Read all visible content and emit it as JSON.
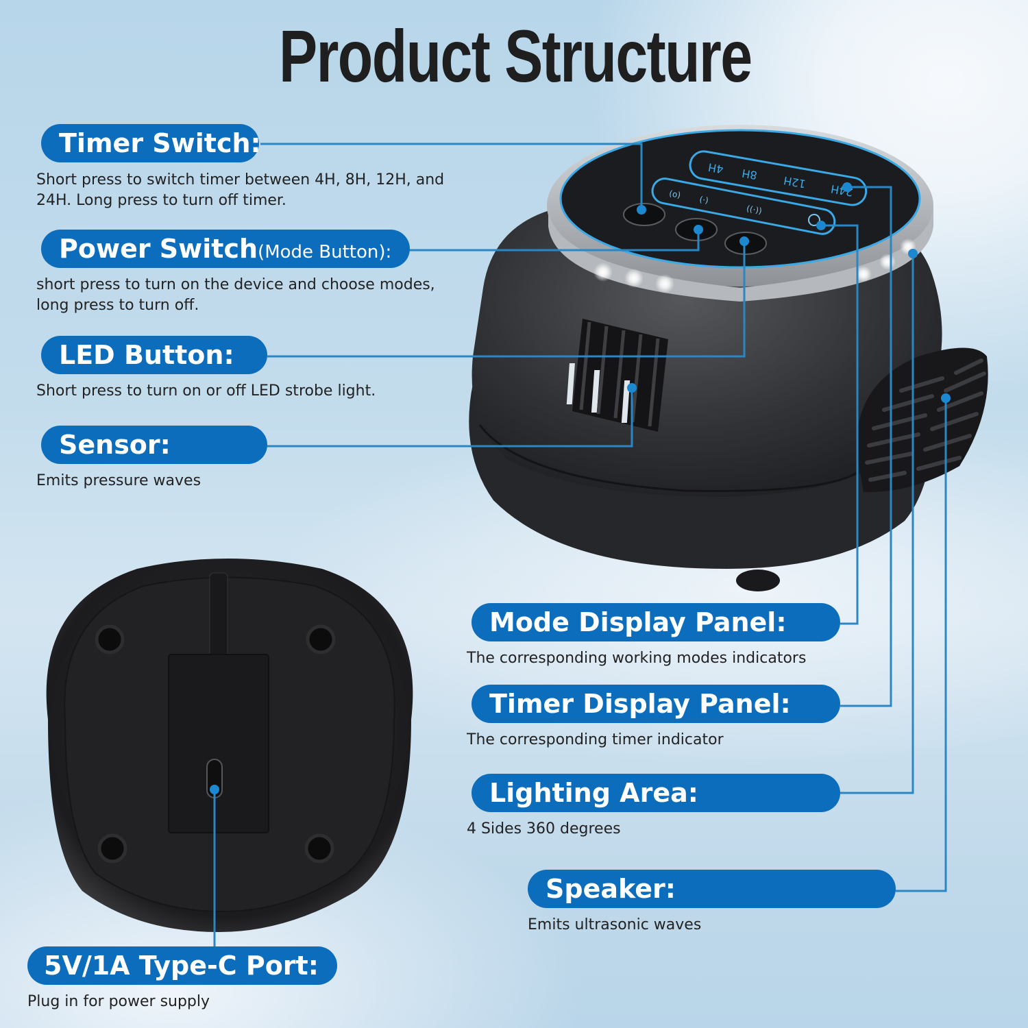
{
  "title": "Product Structure",
  "colors": {
    "accent_blue": "#0c6dbd",
    "leader_line": "#2a87c4",
    "title_text": "#1f1f1f",
    "body_text": "#222222",
    "device_body": "#2c2d30",
    "panel_glow": "#3aa9e6"
  },
  "callouts": {
    "timer_switch": {
      "label": "Timer Switch:",
      "description": [
        "Short press to switch timer between 4H, 8H, 12H, and",
        "24H. Long press to turn off timer."
      ]
    },
    "power_switch": {
      "label": "Power Switch",
      "sub_label": "(Mode Button):",
      "description": [
        "short press to turn on the device and choose modes,",
        "long press to turn off."
      ]
    },
    "led_button": {
      "label": "LED Button:",
      "description": [
        "Short press to turn on or off LED strobe light."
      ]
    },
    "sensor": {
      "label": "Sensor:",
      "description": [
        "Emits pressure waves"
      ]
    },
    "mode_display_panel": {
      "label": "Mode Display Panel:",
      "description": [
        "The corresponding working modes indicators"
      ]
    },
    "timer_display_panel": {
      "label": "Timer Display Panel:",
      "description": [
        "The corresponding timer indicator"
      ]
    },
    "lighting_area": {
      "label": "Lighting Area:",
      "description": [
        "4 Sides 360 degrees"
      ]
    },
    "speaker": {
      "label": "Speaker:",
      "description": [
        "Emits ultrasonic waves"
      ]
    },
    "type_c_port": {
      "label": "5V/1A Type-C Port:",
      "description": [
        "Plug in for power supply"
      ]
    }
  },
  "device_panel": {
    "timer_labels": [
      "4H",
      "8H",
      "12H",
      "24H"
    ],
    "mode_icons": [
      "ring-wave-icon",
      "sound-wave-icon",
      "dual-wave-icon",
      "power-icon"
    ]
  }
}
